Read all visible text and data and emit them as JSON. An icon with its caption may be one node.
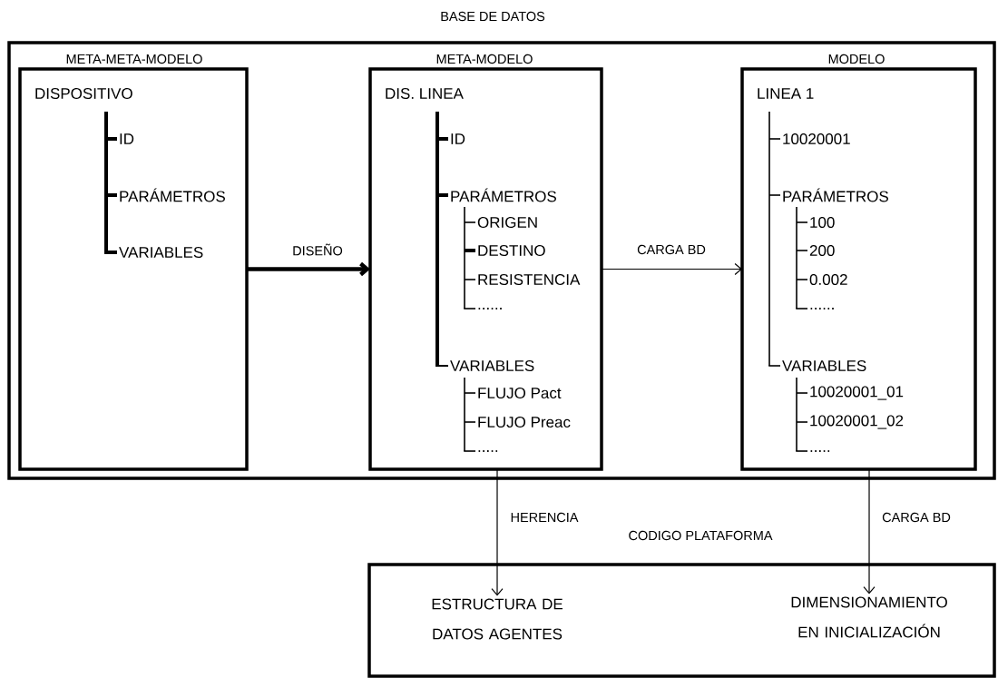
{
  "diagram": {
    "nodes": [
      {
        "text": [
          "BASE DE DATOS"
        ]
      },
      {
        "text": [
          "META-META-MODELO",
          "DISPOSITIVO"
        ],
        "in": 0
      },
      {
        "text": [
          "META-MODELO",
          "DIS. LINEA"
        ],
        "in": 0
      },
      {
        "text": [
          "MODELO",
          "LINEA 1"
        ],
        "in": 0
      },
      {
        "text": [
          "CODIGO PLATAFORMA"
        ]
      },
      {
        "text": [
          "ESTRUCTURA DE DATOS AGENTES"
        ],
        "in": 4
      },
      {
        "text": [
          "DIMENSIONAMIENTO EN INICIALIZACIÓN"
        ],
        "in": 4
      }
    ],
    "edges": [
      {
        "from": 1,
        "to": 2,
        "arrow": "to",
        "label": "DISEÑO",
        "style": "thick"
      },
      {
        "from": 2,
        "to": 3,
        "arrow": "to",
        "label": "CARGA BD"
      },
      {
        "from": 2,
        "to": 5,
        "arrow": "to",
        "label": "HERENCIA"
      },
      {
        "from": 3,
        "to": 6,
        "arrow": "to",
        "label": "CARGA BD"
      }
    ],
    "labels": [
      "ID",
      "PARÁMETROS",
      "VARIABLES",
      "ID",
      "PARÁMETROS",
      "ORIGEN",
      "DESTINO",
      "RESISTENCIA",
      "......",
      "VARIABLES",
      "FLUJO Pact",
      "FLUJO Preac",
      ".....",
      "10020001",
      "PARÁMETROS",
      "100",
      "200",
      "0.002",
      "......",
      "VARIABLES",
      "10020001_01",
      "10020001_02",
      "....."
    ]
  }
}
